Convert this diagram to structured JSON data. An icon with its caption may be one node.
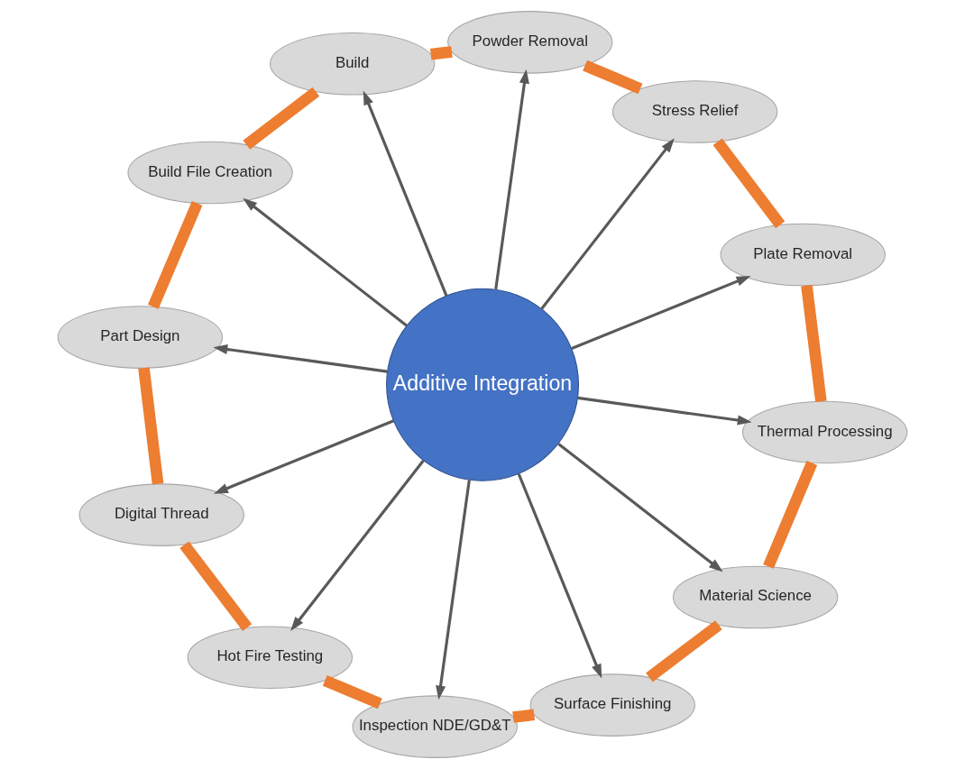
{
  "diagram": {
    "nodes": [
      {
        "text": [
          "Part Design"
        ]
      },
      {
        "text": [
          "Build File Creation"
        ]
      },
      {
        "text": [
          "Build"
        ]
      },
      {
        "text": [
          "Powder Removal"
        ]
      },
      {
        "text": [
          "Stress Relief"
        ]
      },
      {
        "text": [
          "Plate Removal"
        ]
      },
      {
        "text": [
          "Thermal Processing"
        ]
      },
      {
        "text": [
          "Material Science"
        ]
      },
      {
        "text": [
          "Surface Finishing"
        ]
      },
      {
        "text": [
          "Inspection NDE/GD&T"
        ]
      },
      {
        "text": [
          "Hot Fire Testing"
        ]
      },
      {
        "text": [
          "Digital Thread"
        ]
      },
      {
        "text": [
          "Additive Integration"
        ]
      }
    ],
    "edges": [
      {
        "from": 0,
        "to": 1,
        "arrow": "none",
        "style": "thick",
        "color": "#ed7d31"
      },
      {
        "from": 1,
        "to": 2,
        "arrow": "none",
        "style": "thick",
        "color": "#ed7d31"
      },
      {
        "from": 2,
        "to": 3,
        "arrow": "none",
        "style": "thick",
        "color": "#ed7d31"
      },
      {
        "from": 3,
        "to": 4,
        "arrow": "none",
        "style": "thick",
        "color": "#ed7d31"
      },
      {
        "from": 4,
        "to": 5,
        "arrow": "none",
        "style": "thick",
        "color": "#ed7d31"
      },
      {
        "from": 5,
        "to": 6,
        "arrow": "none",
        "style": "thick",
        "color": "#ed7d31"
      },
      {
        "from": 6,
        "to": 7,
        "arrow": "none",
        "style": "thick",
        "color": "#ed7d31"
      },
      {
        "from": 7,
        "to": 8,
        "arrow": "none",
        "style": "thick",
        "color": "#ed7d31"
      },
      {
        "from": 8,
        "to": 9,
        "arrow": "none",
        "style": "thick",
        "color": "#ed7d31"
      },
      {
        "from": 9,
        "to": 10,
        "arrow": "none",
        "style": "thick",
        "color": "#ed7d31"
      },
      {
        "from": 10,
        "to": 11,
        "arrow": "none",
        "style": "thick",
        "color": "#ed7d31"
      },
      {
        "from": 11,
        "to": 0,
        "arrow": "none",
        "style": "thick",
        "color": "#ed7d31"
      },
      {
        "from": 12,
        "to": 0,
        "arrow": "to",
        "color": "#595959"
      },
      {
        "from": 12,
        "to": 1,
        "arrow": "to",
        "color": "#595959"
      },
      {
        "from": 12,
        "to": 2,
        "arrow": "to",
        "color": "#595959"
      },
      {
        "from": 12,
        "to": 3,
        "arrow": "to",
        "color": "#595959"
      },
      {
        "from": 12,
        "to": 4,
        "arrow": "to",
        "color": "#595959"
      },
      {
        "from": 12,
        "to": 5,
        "arrow": "to",
        "color": "#595959"
      },
      {
        "from": 12,
        "to": 6,
        "arrow": "to",
        "color": "#595959"
      },
      {
        "from": 12,
        "to": 7,
        "arrow": "to",
        "color": "#595959"
      },
      {
        "from": 12,
        "to": 8,
        "arrow": "to",
        "color": "#595959"
      },
      {
        "from": 12,
        "to": 9,
        "arrow": "to",
        "color": "#595959"
      },
      {
        "from": 12,
        "to": 10,
        "arrow": "to",
        "color": "#595959"
      },
      {
        "from": 12,
        "to": 11,
        "arrow": "to",
        "color": "#595959"
      }
    ]
  }
}
